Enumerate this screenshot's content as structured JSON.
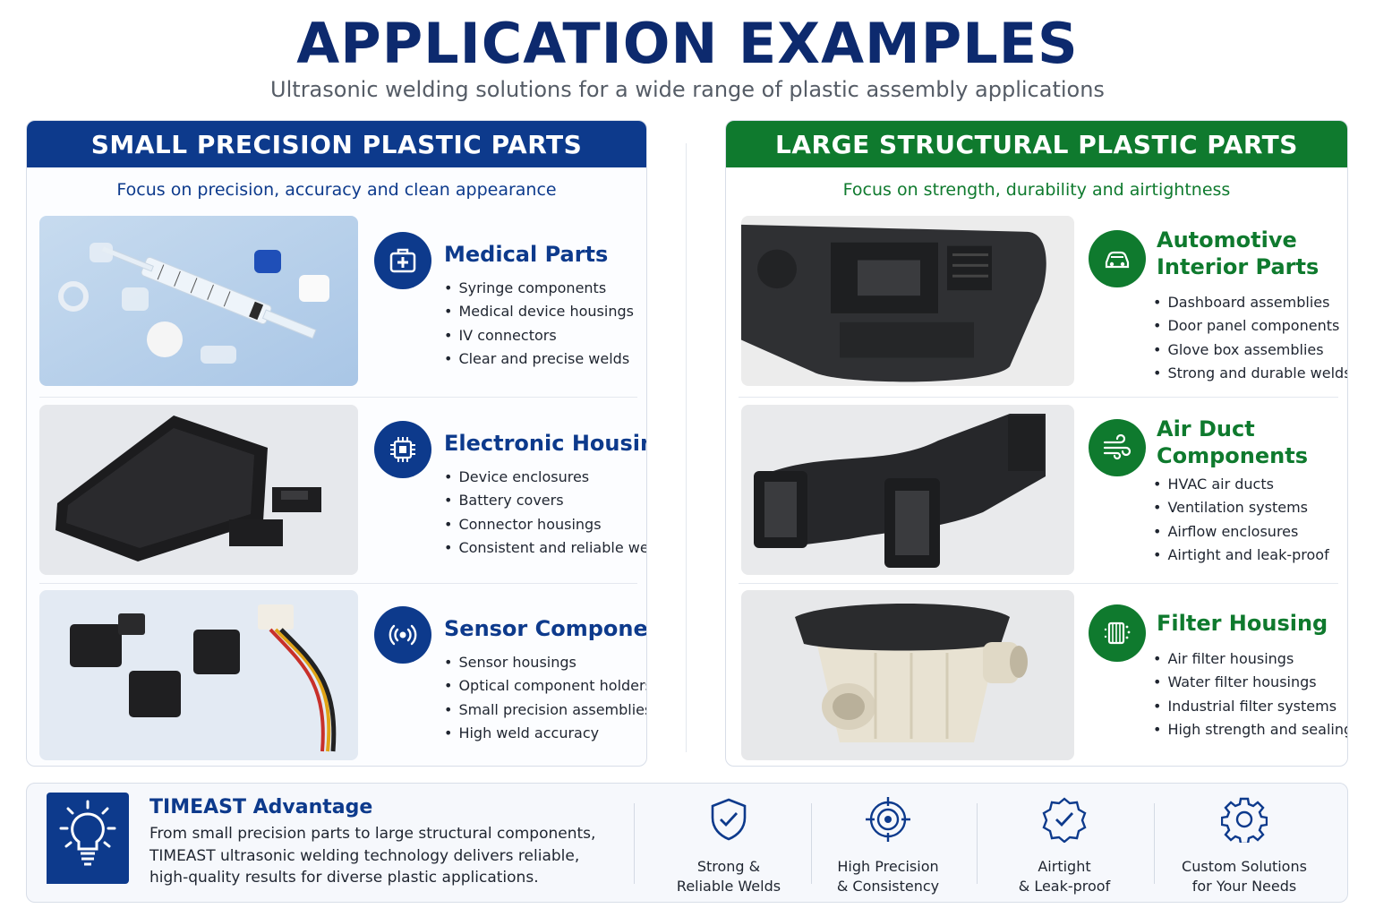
{
  "header": {
    "title": "APPLICATION EXAMPLES",
    "subtitle": "Ultrasonic welding solutions for a wide range of plastic assembly applications"
  },
  "small_parts": {
    "title": "SMALL PRECISION PLASTIC PARTS",
    "focus": "Focus on precision, accuracy and clean appearance",
    "categories": [
      {
        "title": "Medical Parts",
        "icon": "medical-kit-icon",
        "items": [
          "Syringe components",
          "Medical device housings",
          "IV connectors",
          "Clear and precise welds"
        ]
      },
      {
        "title": "Electronic Housing",
        "icon": "chip-icon",
        "items": [
          "Device enclosures",
          "Battery covers",
          "Connector housings",
          "Consistent and reliable welds"
        ]
      },
      {
        "title": "Sensor Components",
        "icon": "sensor-signal-icon",
        "items": [
          "Sensor housings",
          "Optical component holders",
          "Small precision assemblies",
          "High weld accuracy"
        ]
      }
    ]
  },
  "large_parts": {
    "title": "LARGE STRUCTURAL PLASTIC PARTS",
    "focus": "Focus on strength, durability and airtightness",
    "categories": [
      {
        "title": "Automotive Interior Parts",
        "icon": "car-icon",
        "items": [
          "Dashboard assemblies",
          "Door panel components",
          "Glove box assemblies",
          "Strong and durable welds"
        ]
      },
      {
        "title": "Air Duct Components",
        "icon": "airflow-icon",
        "items": [
          "HVAC air ducts",
          "Ventilation systems",
          "Airflow enclosures",
          "Airtight and leak-proof"
        ]
      },
      {
        "title": "Filter Housing",
        "icon": "filter-icon",
        "items": [
          "Air filter housings",
          "Water filter housings",
          "Industrial filter systems",
          "High strength and sealing"
        ]
      }
    ]
  },
  "advantage": {
    "title": "TIMEAST Advantage",
    "text": "From small precision parts to large structural components, TIMEAST ultrasonic welding technology delivers reliable, high-quality results for diverse plastic applications.",
    "icon": "lightbulb-icon",
    "features": [
      {
        "label": "Strong &\nReliable Welds",
        "icon": "shield-check-icon"
      },
      {
        "label": "High Precision\n& Consistency",
        "icon": "target-icon"
      },
      {
        "label": "Airtight\n& Leak-proof",
        "icon": "badge-check-icon"
      },
      {
        "label": "Custom Solutions\nfor Your Needs",
        "icon": "gear-icon"
      }
    ]
  },
  "colors": {
    "blue": "#0d3a8c",
    "green": "#0f7a2e",
    "navy_title": "#0d2a6e"
  }
}
